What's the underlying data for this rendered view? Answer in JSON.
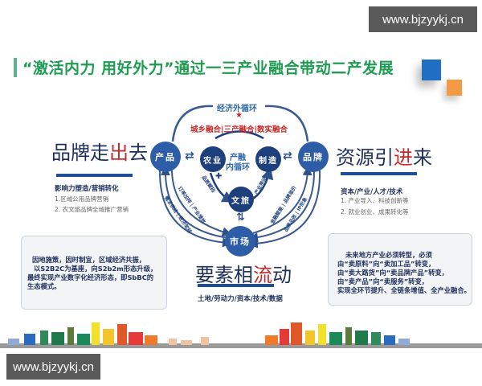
{
  "watermark": {
    "top": "www.bjzyykj.cn",
    "bottom": "www.bjzyykj.cn"
  },
  "title": "“激活内力  用好外力”通过一三产业融合带动二产发展",
  "colors": {
    "title_green": "#1e9c52",
    "accent_blue": "#1f6fc4",
    "accent_orange": "#f39a45",
    "node_blue": "#2d5da6",
    "node_dark": "#1d3f7c",
    "highlight_red": "#c42a2a"
  },
  "left": {
    "heading_pre": "品牌走",
    "heading_red": "出",
    "heading_post": "去",
    "subtitle": "影响力塑造/营销转化",
    "items": [
      "1.区域公用品牌营销",
      "2. 农文旅品牌全域推广营销"
    ]
  },
  "right": {
    "heading_pre": "资源引",
    "heading_red": "进",
    "heading_post": "来",
    "subtitle": "资本/产业/人才/技术",
    "items": [
      "1. 产业导入、科技创新等",
      "2. 就业创业、成果转化等"
    ]
  },
  "bottom": {
    "heading_pre": "要素相",
    "heading_red": "流",
    "heading_post": "动",
    "subtitle": "土地/劳动力/资本/技术/数据"
  },
  "note_left": {
    "lines": [
      "因地施策，因时制宜，区域经济共振，",
      "以S2B2C为基座，向S2b2m形态升级，",
      "最终实现产业数字化经济形态，即SbBC的",
      "生态模式。"
    ]
  },
  "note_right": {
    "lines": [
      "未来地方产业必须转型，必须",
      "由“卖原料”向“卖加工品”转变，",
      "由“卖大路货”向“卖品牌产品”转变，",
      "由“卖产品”向“卖服务”转变，",
      "实现全环节提升、全链条增值、全产业融合。"
    ]
  },
  "diagram": {
    "outer_loop": "经济外循环",
    "star": "★",
    "fusion": "城乡融合|三产融合|数实融合",
    "inner_loop_1": "产融",
    "inner_loop_2": "内循环",
    "plus": "✚",
    "nodes": {
      "product": "产品",
      "agriculture": "农业",
      "manufacturing": "制造",
      "brand": "品牌",
      "culture_tourism": "文旅",
      "market": "市场"
    },
    "arrows": {
      "swap": "⇄",
      "updown": "⇅"
    },
    "arc_labels": {
      "left_inner": "订单加持 | 产业增效",
      "left_outer": "需求供给 | 经济效益",
      "agri_link": "品质赋码",
      "manu_link": "产业带动",
      "right_inner": "金融赋能 | 品牌溢价",
      "right_outer": "品质品效 | IP形象"
    }
  }
}
